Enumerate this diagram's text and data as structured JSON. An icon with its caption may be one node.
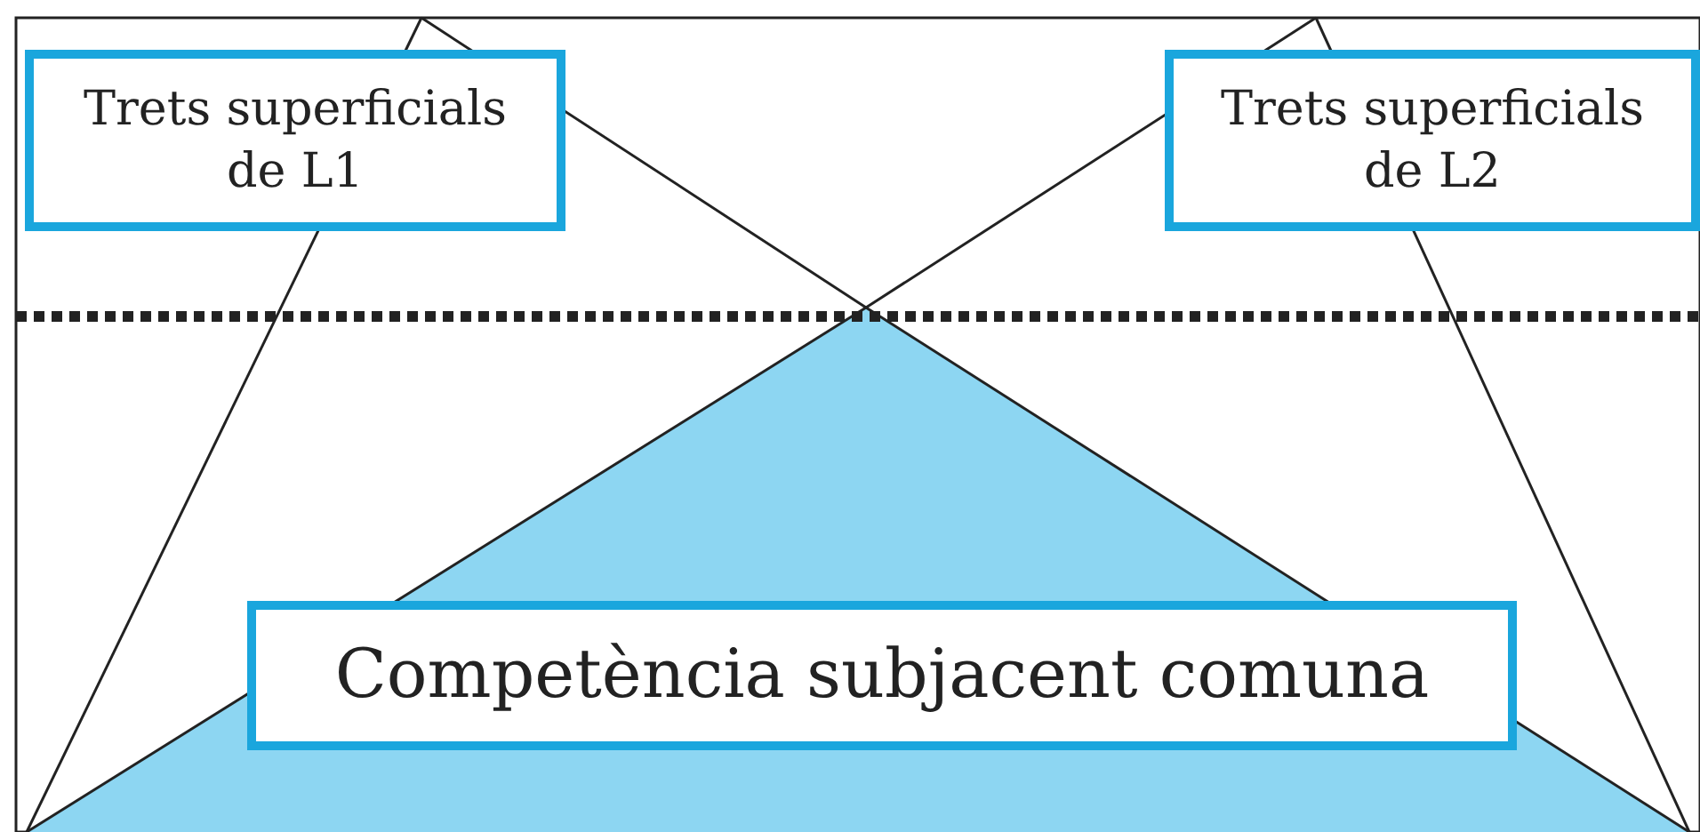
{
  "diagram": {
    "nodes": [
      {
        "text": [
          "Trets superficials de L1"
        ]
      },
      {
        "text": [
          "Trets superficials de L2"
        ]
      },
      {
        "text": [
          "Competència subjacent comuna"
        ]
      }
    ]
  }
}
